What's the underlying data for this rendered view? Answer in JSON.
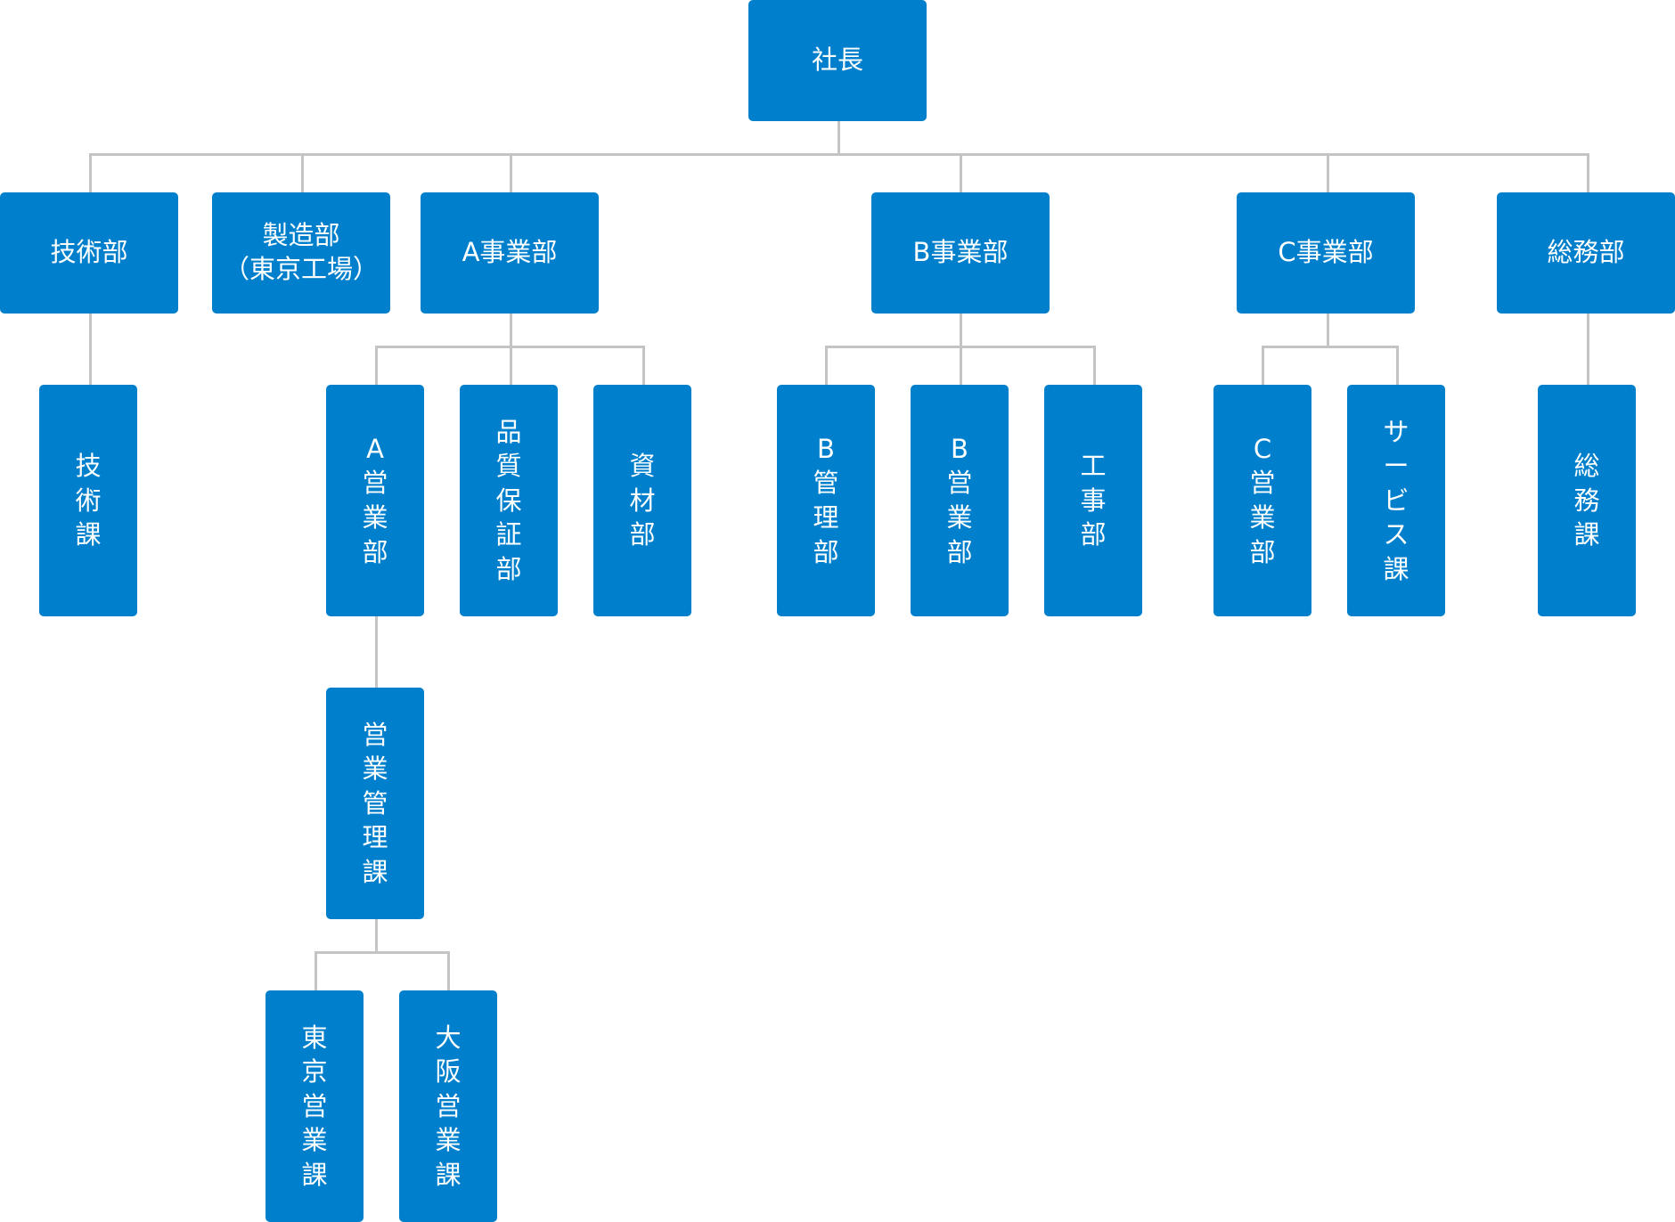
{
  "nodes": {
    "president": "社長",
    "gijutsu_bu": "技術部",
    "seizou_bu": "製造部",
    "seizou_bu_sub": "（東京工場）",
    "a_jigyou_bu": "A事業部",
    "b_jigyou_bu": "B事業部",
    "c_jigyou_bu": "C事業部",
    "soumu_bu": "総務部",
    "gijutsu_ka": "技術課",
    "a_eigyou_bu": "A営業部",
    "hinshitsu_hoshou_bu": "品質保証部",
    "shizai_bu": "資材部",
    "b_kanri_bu": "B管理部",
    "b_eigyou_bu": "B営業部",
    "kouji_bu": "工事部",
    "c_eigyou_bu": "C営業部",
    "service_ka": "サービス課",
    "soumu_ka": "総務課",
    "eigyou_kanri_ka": "営業管理課",
    "tokyo_eigyou_ka": "東京営業課",
    "osaka_eigyou_ka": "大阪営業課"
  },
  "colors": {
    "box": "#0080cc",
    "text": "#ffffff",
    "connector": "#c4c4c4"
  }
}
